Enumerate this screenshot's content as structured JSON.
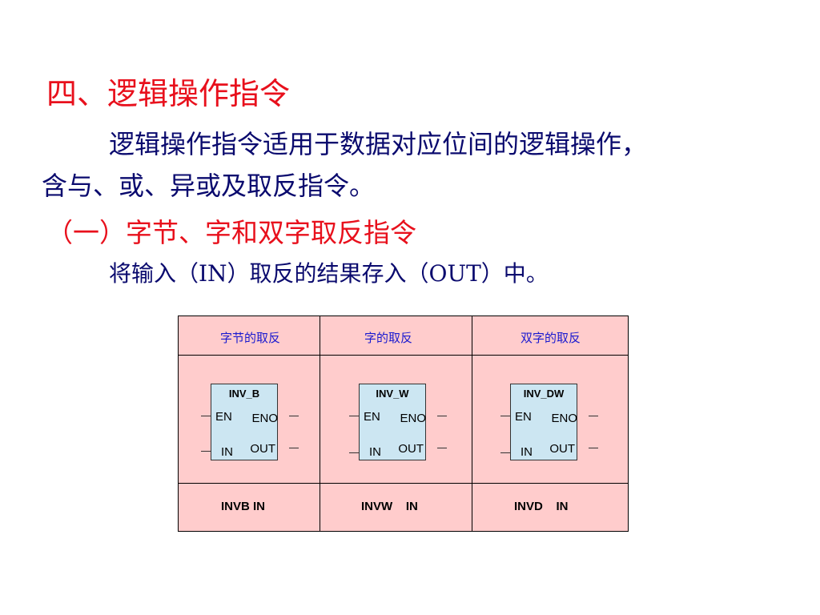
{
  "heading": "四、逻辑操作指令",
  "intro": {
    "line1": "逻辑操作指令适用于数据对应位间的逻辑操作，",
    "line2": "含与、或、异或及取反指令。"
  },
  "subheading": "（一）字节、字和双字取反指令",
  "description": "将输入（IN）取反的结果存入（OUT）中。",
  "table": {
    "headers": [
      "字节的取反",
      "字的取反",
      "双字的取反"
    ],
    "blocks": [
      {
        "title": "INV_B",
        "en": "EN",
        "eno": "ENO",
        "in": "IN",
        "out": "OUT"
      },
      {
        "title": "INV_W",
        "en": "EN",
        "eno": "ENO",
        "in": "IN",
        "out": "OUT"
      },
      {
        "title": "INV_DW",
        "en": "EN",
        "eno": "ENO",
        "in": "IN",
        "out": "OUT"
      }
    ],
    "instructions": [
      "INVB IN",
      "INVW    IN",
      "INVD    IN"
    ],
    "background_color": "#ffcccc",
    "block_color": "#cce6f2"
  },
  "colors": {
    "heading": "#e8101c",
    "body_text": "#0a0a6e",
    "header_text": "#1a1ad0"
  }
}
